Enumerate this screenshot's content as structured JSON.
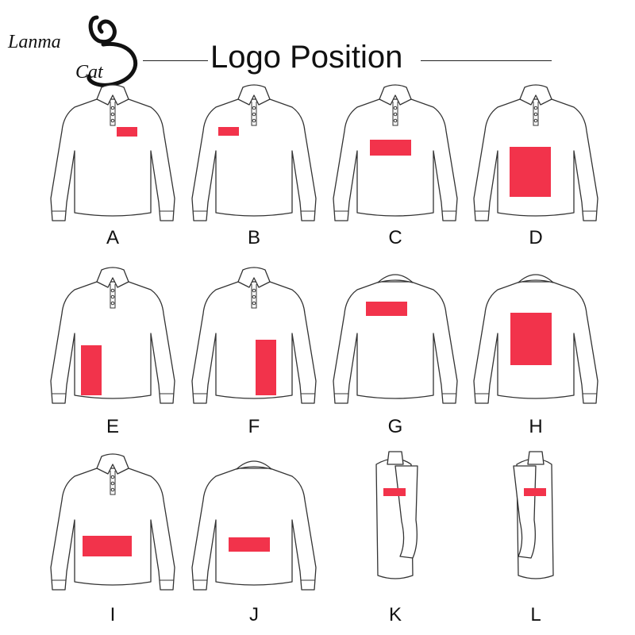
{
  "brand": {
    "line1": "Lanma",
    "line2": "Cat"
  },
  "title": "Logo Position",
  "colors": {
    "logo_area": "#f2334b",
    "outline": "#333333"
  },
  "positions": [
    {
      "label": "A",
      "view": "front",
      "area": "left chest small"
    },
    {
      "label": "B",
      "view": "front",
      "area": "right chest small"
    },
    {
      "label": "C",
      "view": "front",
      "area": "center chest wide"
    },
    {
      "label": "D",
      "view": "front",
      "area": "front full large"
    },
    {
      "label": "E",
      "view": "front",
      "area": "lower right front vertical"
    },
    {
      "label": "F",
      "view": "front",
      "area": "lower left front vertical"
    },
    {
      "label": "G",
      "view": "back",
      "area": "upper back wide"
    },
    {
      "label": "H",
      "view": "back",
      "area": "back full large"
    },
    {
      "label": "I",
      "view": "front",
      "area": "bottom front wide"
    },
    {
      "label": "J",
      "view": "back",
      "area": "bottom back wide"
    },
    {
      "label": "K",
      "view": "side-left",
      "area": "left sleeve"
    },
    {
      "label": "L",
      "view": "side-right",
      "area": "right sleeve"
    }
  ]
}
